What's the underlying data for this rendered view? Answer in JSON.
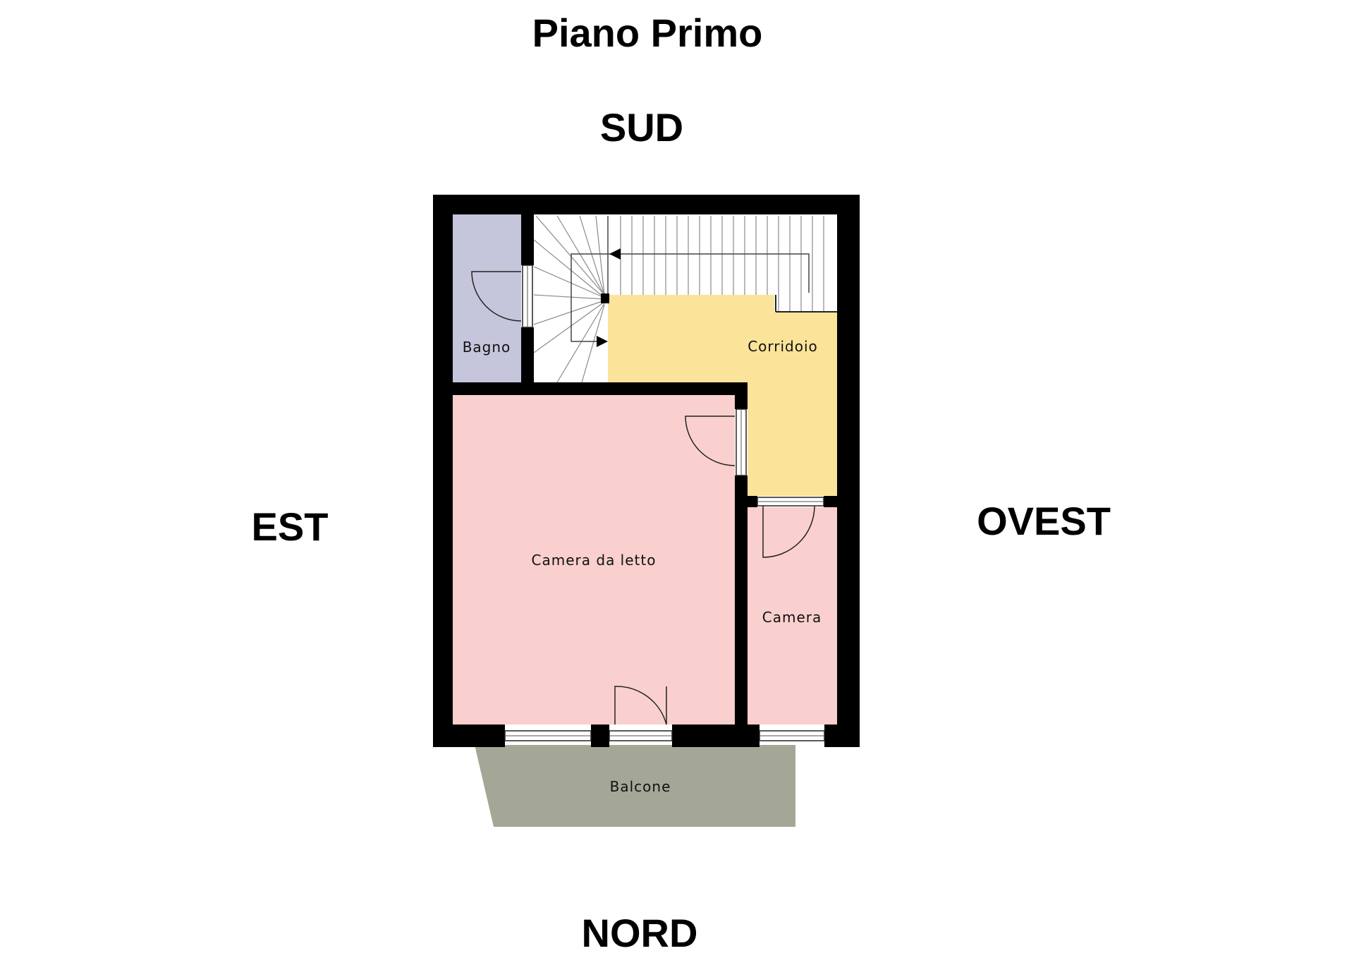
{
  "title": "Piano Primo",
  "compass": {
    "south": "SUD",
    "north": "NORD",
    "east": "EST",
    "west": "OVEST"
  },
  "rooms": {
    "bathroom": "Bagno",
    "corridor": "Corridoio",
    "bedroom": "Camera da letto",
    "room": "Camera",
    "balcony": "Balcone"
  },
  "colors": {
    "wall": "#000000",
    "bathroom": "#c5c5dc",
    "corridor": "#fbe39a",
    "bedroom": "#f9d0cd",
    "balcony": "#a4a796"
  }
}
